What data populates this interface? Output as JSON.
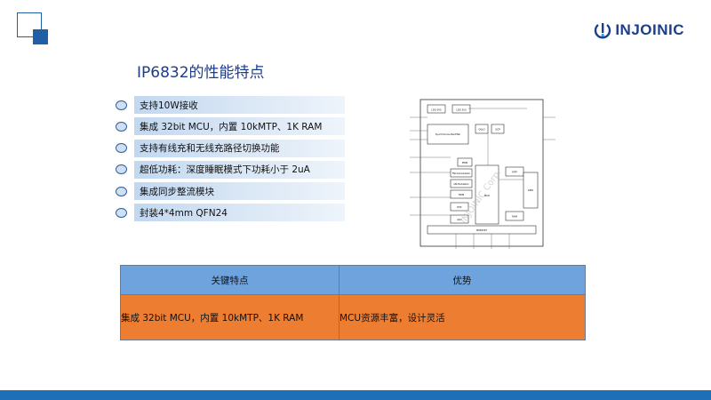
{
  "brand": {
    "logo_text": "INJOINIC",
    "primary": "#1f5fa8",
    "footer_color": "#1f6fb8"
  },
  "page": {
    "title": "IP6832的性能特点"
  },
  "features": [
    "支持10W接收",
    "集成 32bit MCU，内置 10kMTP、1K RAM",
    "支持有线充和无线充路径切换功能",
    "超低功耗：深度睡眠模式下功耗小于 2uA",
    "集成同步整流模块",
    "封装4*4mm QFN24"
  ],
  "diagram": {
    "labels": [
      "LDO 5V5",
      "LDO 3V3",
      "Synchronous Rectifier",
      "OVLO",
      "OCP",
      "MCU",
      "PWM",
      "FSK Demodulation",
      "ASK Modulation",
      "TRIM",
      "NTC",
      "ADC",
      "MTP",
      "RAM",
      "GPIO",
      "IP6832P7"
    ],
    "watermark": "INJOINIC Corp."
  },
  "table": {
    "headers": [
      "关键特点",
      "优势"
    ],
    "rows": [
      [
        "集成 32bit MCU，内置 10kMTP、1K RAM",
        "MCU资源丰富，设计灵活"
      ]
    ],
    "header_color": "#6fa3dd",
    "row_color": "#ed7d31"
  }
}
